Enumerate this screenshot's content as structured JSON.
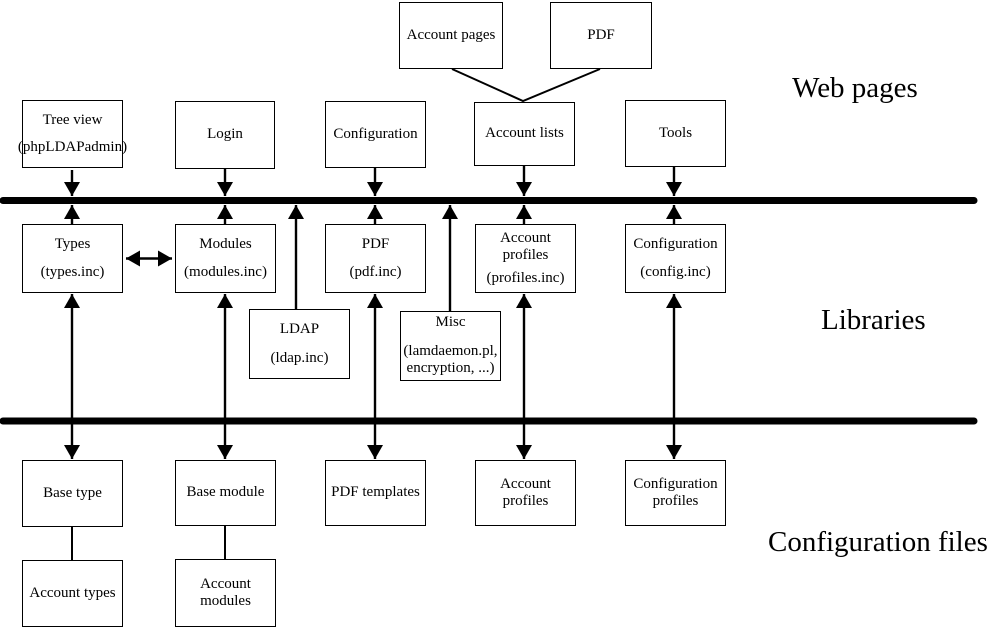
{
  "colors": {
    "line": "#000000",
    "text": "#000000",
    "background": "#ffffff",
    "box_border": "#000000",
    "box_fill": "#ffffff"
  },
  "sections": {
    "web_pages": {
      "label": "Web pages",
      "boxes": {
        "account_pages": {
          "title": "Account pages"
        },
        "pdf": {
          "title": "PDF"
        },
        "tree_view": {
          "title": "Tree view",
          "subtitle": "(phpLDAPadmin)"
        },
        "login": {
          "title": "Login"
        },
        "configuration": {
          "title": "Configuration"
        },
        "account_lists": {
          "title": "Account lists"
        },
        "tools": {
          "title": "Tools"
        }
      }
    },
    "libraries": {
      "label": "Libraries",
      "boxes": {
        "types": {
          "title": "Types",
          "subtitle": "(types.inc)"
        },
        "modules": {
          "title": "Modules",
          "subtitle": "(modules.inc)"
        },
        "pdf": {
          "title": "PDF",
          "subtitle": "(pdf.inc)"
        },
        "account_profiles": {
          "title": "Account profiles",
          "subtitle": "(profiles.inc)"
        },
        "configuration": {
          "title": "Configuration",
          "subtitle": "(config.inc)"
        },
        "ldap": {
          "title": "LDAP",
          "subtitle": "(ldap.inc)"
        },
        "misc": {
          "title": "Misc",
          "subtitle": "(lamdaemon.pl,\nencryption, ...)"
        }
      }
    },
    "configuration_files": {
      "label": "Configuration files",
      "boxes": {
        "base_type": {
          "title": "Base type"
        },
        "base_module": {
          "title": "Base module"
        },
        "pdf_templates": {
          "title": "PDF templates"
        },
        "account_profiles": {
          "title": "Account profiles"
        },
        "configuration_profiles": {
          "title": "Configuration\nprofiles"
        },
        "account_types": {
          "title": "Account types"
        },
        "account_modules": {
          "title": "Account modules"
        }
      }
    }
  }
}
